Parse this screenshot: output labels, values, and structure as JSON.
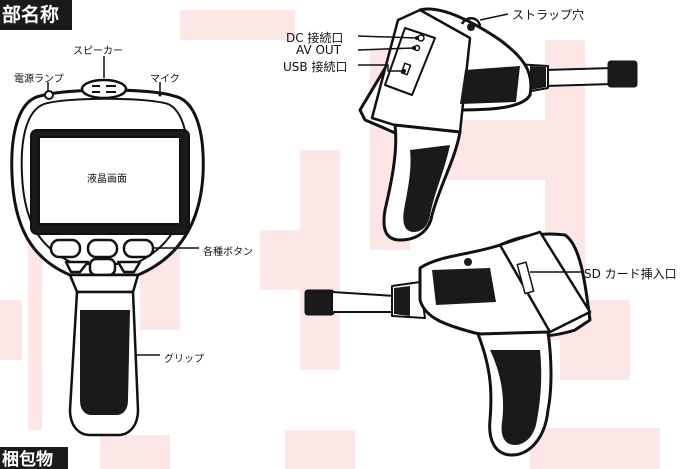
{
  "headers": {
    "top": "部名称",
    "bottom": "梱包物"
  },
  "labels": {
    "dc": "DC 接続口",
    "av": "AV   OUT",
    "usb": "USB 接続口",
    "strap": "ストラップ穴",
    "speaker": "スピーカー",
    "power_lamp": "電源ランプ",
    "mic": "マイク",
    "lcd": "液晶画面",
    "buttons": "各種ボタン",
    "grip": "グリップ",
    "sd": "SD カード挿入口"
  },
  "colors": {
    "watermark": "#fde6e6",
    "line": "#111111",
    "fill_dark": "#1a1a1a",
    "fill_light": "#ffffff"
  }
}
